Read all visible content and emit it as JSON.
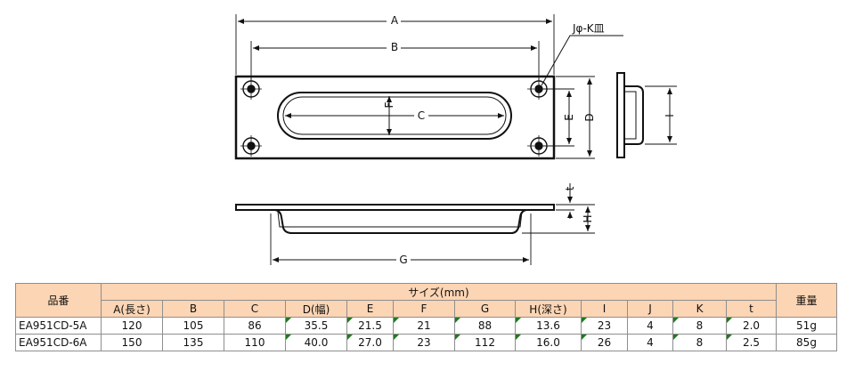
{
  "drawing": {
    "labels": {
      "A": "A",
      "B": "B",
      "C": "C",
      "D": "D",
      "E": "E",
      "F": "F",
      "G": "G",
      "H": "H",
      "I": "I",
      "t": "t",
      "hole": "Jφ-K皿"
    }
  },
  "table": {
    "product_header": "品番",
    "size_header": "サイズ(mm)",
    "weight_header": "重量",
    "columns": [
      "A(長さ)",
      "B",
      "C",
      "D(幅)",
      "E",
      "F",
      "G",
      "H(深さ)",
      "I",
      "J",
      "K",
      "t"
    ],
    "rows": [
      {
        "part": "EA951CD-5A",
        "values": [
          "120",
          "105",
          "86",
          "35.5",
          "21.5",
          "21",
          "88",
          "13.6",
          "23",
          "4",
          "8",
          "2.0"
        ],
        "weight": "51g"
      },
      {
        "part": "EA951CD-6A",
        "values": [
          "150",
          "135",
          "110",
          "40.0",
          "27.0",
          "23",
          "112",
          "16.0",
          "26",
          "4",
          "8",
          "2.5"
        ],
        "weight": "85g"
      }
    ]
  },
  "colors": {
    "header_bg": "#fcd5b4",
    "marker": "#1f7a1f",
    "border": "#8e8e8e"
  }
}
